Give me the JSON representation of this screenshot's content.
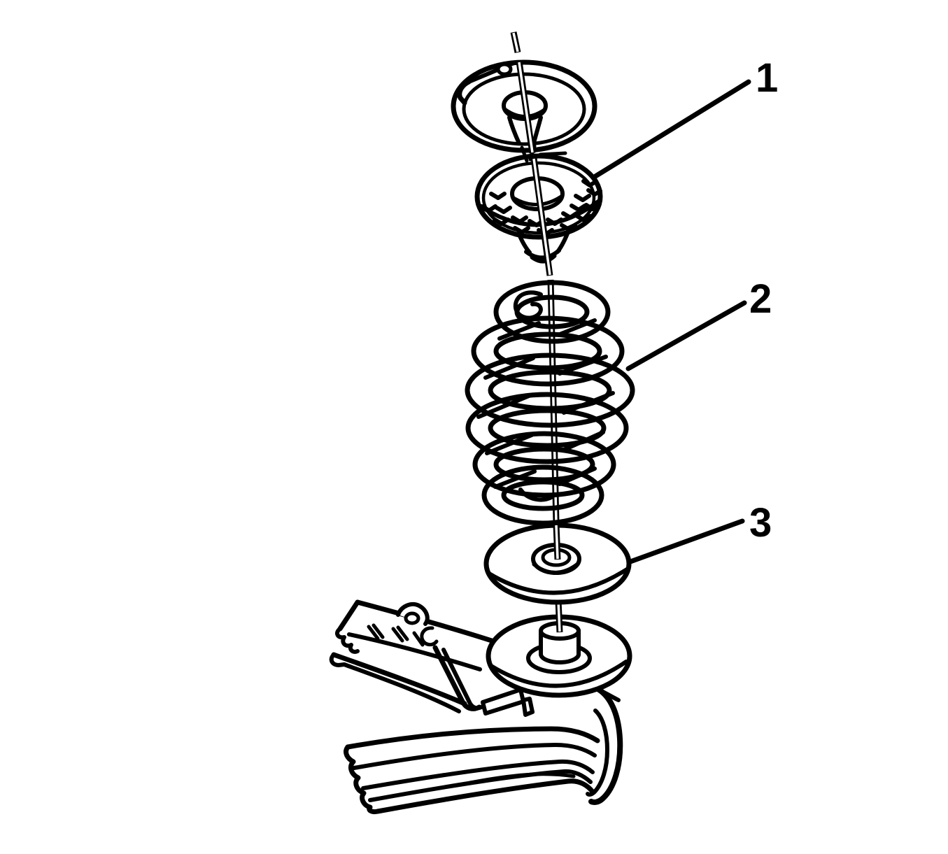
{
  "figure": {
    "background_color": "#ffffff",
    "line_color": "#000000",
    "callouts": [
      {
        "label": "1"
      },
      {
        "label": "2"
      },
      {
        "label": "3"
      }
    ]
  }
}
